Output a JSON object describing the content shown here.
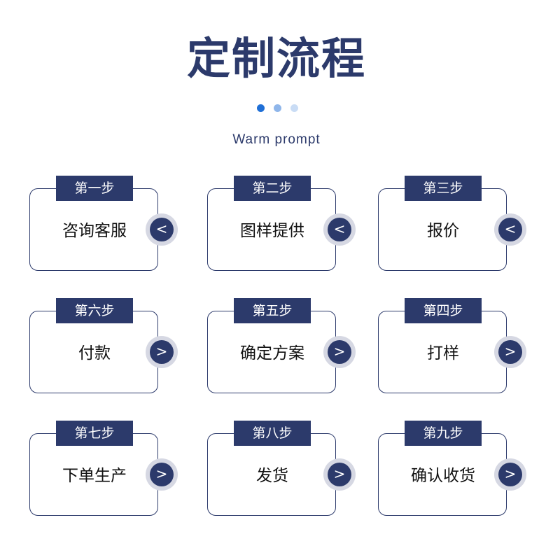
{
  "title": "定制流程",
  "subtitle": "Warm prompt",
  "dots": [
    "#1f6fd6",
    "#8fb6ea",
    "#c9dcf5"
  ],
  "steps": [
    {
      "label": "第一步",
      "name": "咨询客服",
      "arrow": "<"
    },
    {
      "label": "第二步",
      "name": "图样提供",
      "arrow": "<"
    },
    {
      "label": "第三步",
      "name": "报价",
      "arrow": "<"
    },
    {
      "label": "第六步",
      "name": "付款",
      "arrow": ">"
    },
    {
      "label": "第五步",
      "name": "确定方案",
      "arrow": ">"
    },
    {
      "label": "第四步",
      "name": "打样",
      "arrow": ">"
    },
    {
      "label": "第七步",
      "name": "下单生产",
      "arrow": ">"
    },
    {
      "label": "第八步",
      "name": "发货",
      "arrow": ">"
    },
    {
      "label": "第九步",
      "name": "确认收货",
      "arrow": ">"
    }
  ]
}
